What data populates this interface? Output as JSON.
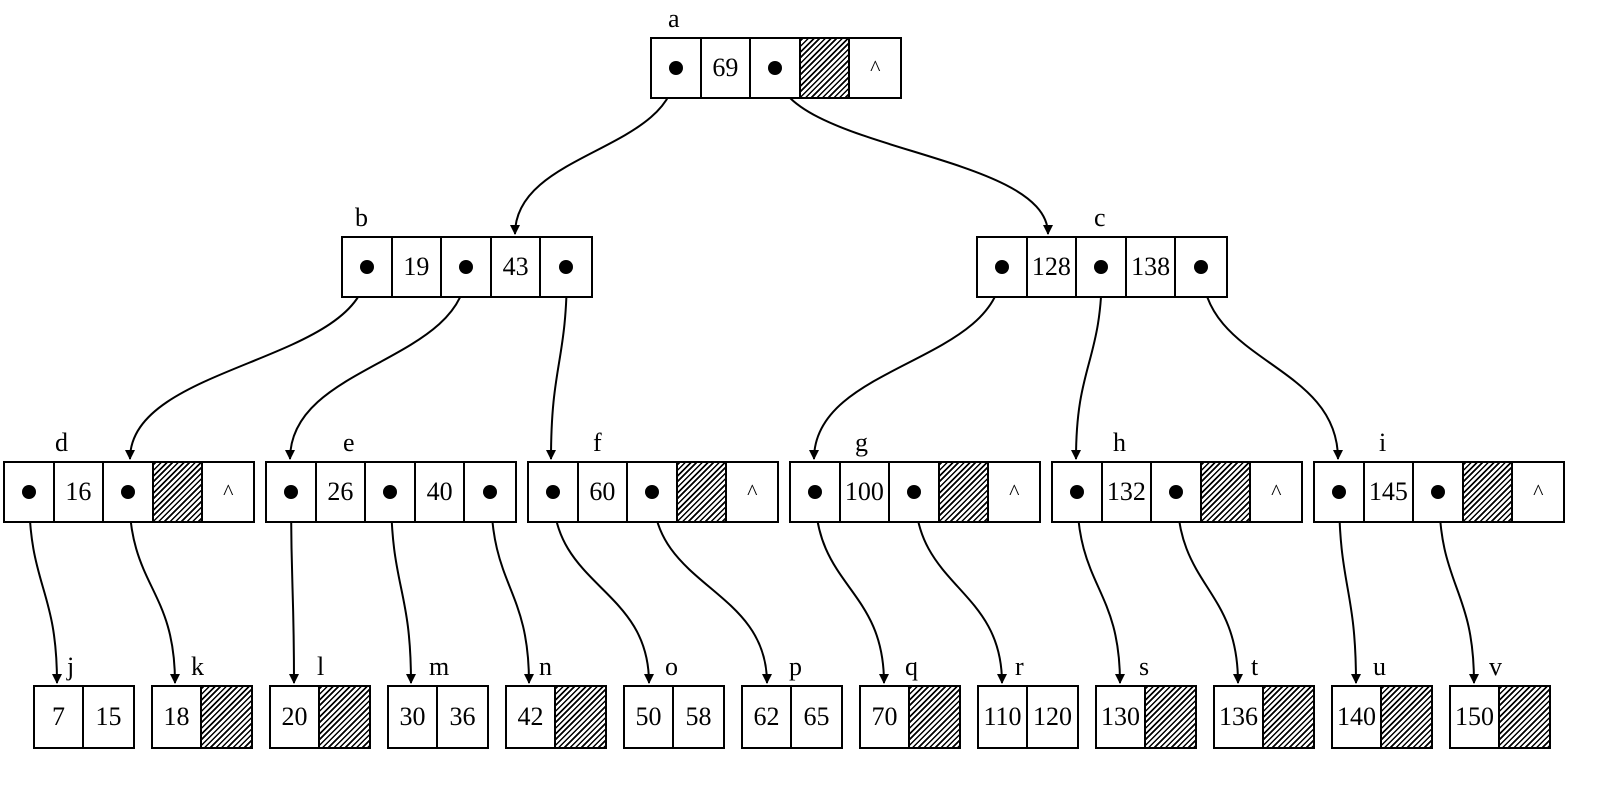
{
  "diagram": {
    "internal_nodes": [
      {
        "id": "a",
        "label": "a",
        "cells": [
          {
            "t": "ptr"
          },
          {
            "t": "key",
            "v": "69"
          },
          {
            "t": "ptr"
          },
          {
            "t": "hatch"
          },
          {
            "t": "caret",
            "v": "^"
          }
        ]
      },
      {
        "id": "b",
        "label": "b",
        "cells": [
          {
            "t": "ptr"
          },
          {
            "t": "key",
            "v": "19"
          },
          {
            "t": "ptr"
          },
          {
            "t": "key",
            "v": "43"
          },
          {
            "t": "ptr"
          }
        ]
      },
      {
        "id": "c",
        "label": "c",
        "cells": [
          {
            "t": "ptr"
          },
          {
            "t": "key",
            "v": "128"
          },
          {
            "t": "ptr"
          },
          {
            "t": "key",
            "v": "138"
          },
          {
            "t": "ptr"
          }
        ]
      },
      {
        "id": "d",
        "label": "d",
        "cells": [
          {
            "t": "ptr"
          },
          {
            "t": "key",
            "v": "16"
          },
          {
            "t": "ptr"
          },
          {
            "t": "hatch"
          },
          {
            "t": "caret",
            "v": "^"
          }
        ]
      },
      {
        "id": "e",
        "label": "e",
        "cells": [
          {
            "t": "ptr"
          },
          {
            "t": "key",
            "v": "26"
          },
          {
            "t": "ptr"
          },
          {
            "t": "key",
            "v": "40"
          },
          {
            "t": "ptr"
          }
        ]
      },
      {
        "id": "f",
        "label": "f",
        "cells": [
          {
            "t": "ptr"
          },
          {
            "t": "key",
            "v": "60"
          },
          {
            "t": "ptr"
          },
          {
            "t": "hatch"
          },
          {
            "t": "caret",
            "v": "^"
          }
        ]
      },
      {
        "id": "g",
        "label": "g",
        "cells": [
          {
            "t": "ptr"
          },
          {
            "t": "key",
            "v": "100"
          },
          {
            "t": "ptr"
          },
          {
            "t": "hatch"
          },
          {
            "t": "caret",
            "v": "^"
          }
        ]
      },
      {
        "id": "h",
        "label": "h",
        "cells": [
          {
            "t": "ptr"
          },
          {
            "t": "key",
            "v": "132"
          },
          {
            "t": "ptr"
          },
          {
            "t": "hatch"
          },
          {
            "t": "caret",
            "v": "^"
          }
        ]
      },
      {
        "id": "i",
        "label": "i",
        "cells": [
          {
            "t": "ptr"
          },
          {
            "t": "key",
            "v": "145"
          },
          {
            "t": "ptr"
          },
          {
            "t": "hatch"
          },
          {
            "t": "caret",
            "v": "^"
          }
        ]
      }
    ],
    "leaf_nodes": [
      {
        "id": "j",
        "label": "j",
        "cells": [
          {
            "t": "key",
            "v": "7"
          },
          {
            "t": "key",
            "v": "15"
          }
        ]
      },
      {
        "id": "k",
        "label": "k",
        "cells": [
          {
            "t": "key",
            "v": "18"
          },
          {
            "t": "hatch"
          }
        ]
      },
      {
        "id": "l",
        "label": "l",
        "cells": [
          {
            "t": "key",
            "v": "20"
          },
          {
            "t": "hatch"
          }
        ]
      },
      {
        "id": "m",
        "label": "m",
        "cells": [
          {
            "t": "key",
            "v": "30"
          },
          {
            "t": "key",
            "v": "36"
          }
        ]
      },
      {
        "id": "n",
        "label": "n",
        "cells": [
          {
            "t": "key",
            "v": "42"
          },
          {
            "t": "hatch"
          }
        ]
      },
      {
        "id": "o",
        "label": "o",
        "cells": [
          {
            "t": "key",
            "v": "50"
          },
          {
            "t": "key",
            "v": "58"
          }
        ]
      },
      {
        "id": "p",
        "label": "p",
        "cells": [
          {
            "t": "key",
            "v": "62"
          },
          {
            "t": "key",
            "v": "65"
          }
        ]
      },
      {
        "id": "q",
        "label": "q",
        "cells": [
          {
            "t": "key",
            "v": "70"
          },
          {
            "t": "hatch"
          }
        ]
      },
      {
        "id": "r",
        "label": "r",
        "cells": [
          {
            "t": "key",
            "v": "110"
          },
          {
            "t": "key",
            "v": "120"
          }
        ]
      },
      {
        "id": "s",
        "label": "s",
        "cells": [
          {
            "t": "key",
            "v": "130"
          },
          {
            "t": "hatch"
          }
        ]
      },
      {
        "id": "t",
        "label": "t",
        "cells": [
          {
            "t": "key",
            "v": "136"
          },
          {
            "t": "hatch"
          }
        ]
      },
      {
        "id": "u",
        "label": "u",
        "cells": [
          {
            "t": "key",
            "v": "140"
          },
          {
            "t": "hatch"
          }
        ]
      },
      {
        "id": "v",
        "label": "v",
        "cells": [
          {
            "t": "key",
            "v": "150"
          },
          {
            "t": "hatch"
          }
        ]
      }
    ],
    "edges": [
      {
        "from": "a",
        "ptr": 0,
        "to": "b"
      },
      {
        "from": "a",
        "ptr": 2,
        "to": "c"
      },
      {
        "from": "b",
        "ptr": 0,
        "to": "d"
      },
      {
        "from": "b",
        "ptr": 2,
        "to": "e"
      },
      {
        "from": "b",
        "ptr": 4,
        "to": "f"
      },
      {
        "from": "c",
        "ptr": 0,
        "to": "g"
      },
      {
        "from": "c",
        "ptr": 2,
        "to": "h"
      },
      {
        "from": "c",
        "ptr": 4,
        "to": "i"
      },
      {
        "from": "d",
        "ptr": 0,
        "to": "j"
      },
      {
        "from": "d",
        "ptr": 2,
        "to": "k"
      },
      {
        "from": "e",
        "ptr": 0,
        "to": "l"
      },
      {
        "from": "e",
        "ptr": 2,
        "to": "m"
      },
      {
        "from": "e",
        "ptr": 4,
        "to": "n"
      },
      {
        "from": "f",
        "ptr": 0,
        "to": "o"
      },
      {
        "from": "f",
        "ptr": 2,
        "to": "p"
      },
      {
        "from": "g",
        "ptr": 0,
        "to": "q"
      },
      {
        "from": "g",
        "ptr": 2,
        "to": "r"
      },
      {
        "from": "h",
        "ptr": 0,
        "to": "s"
      },
      {
        "from": "h",
        "ptr": 2,
        "to": "t"
      },
      {
        "from": "i",
        "ptr": 0,
        "to": "u"
      },
      {
        "from": "i",
        "ptr": 2,
        "to": "v"
      }
    ]
  }
}
